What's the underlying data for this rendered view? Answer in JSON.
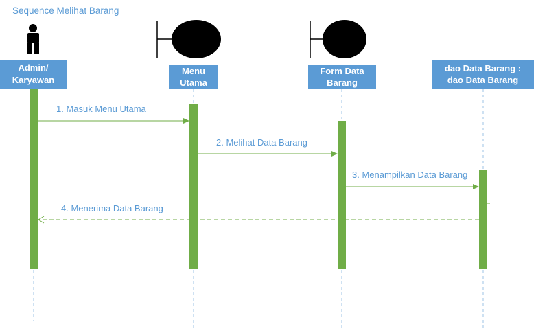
{
  "title": "Sequence Melihat Barang",
  "colors": {
    "title": "#5b9bd5",
    "header_fill": "#5b9bd5",
    "header_text": "#ffffff",
    "lifeline": "#9dc3e6",
    "activation": "#70ad47",
    "message_line": "#70ad47",
    "message_text": "#5b9bd5",
    "actor": "#000000"
  },
  "participants": [
    {
      "id": "actor",
      "kind": "actor",
      "icon": "person-icon",
      "label_lines": [
        "Admin/",
        "Karyawan"
      ]
    },
    {
      "id": "menu",
      "kind": "boundary",
      "icon": "boundary-icon",
      "label_lines": [
        "Menu",
        "Utama"
      ]
    },
    {
      "id": "form",
      "kind": "boundary",
      "icon": "boundary-icon",
      "label_lines": [
        "Form Data",
        "Barang"
      ]
    },
    {
      "id": "dao",
      "kind": "entity",
      "label_lines": [
        "dao Data Barang :",
        "dao Data Barang"
      ]
    }
  ],
  "messages": [
    {
      "from": "actor",
      "to": "menu",
      "label": "1. Masuk Menu Utama",
      "style": "solid"
    },
    {
      "from": "menu",
      "to": "form",
      "label": "2. Melihat Data Barang",
      "style": "solid"
    },
    {
      "from": "form",
      "to": "dao",
      "label": "3. Menampilkan Data Barang",
      "style": "solid"
    },
    {
      "from": "dao",
      "to": "actor",
      "label": "4. Menerima Data Barang",
      "style": "dashed"
    }
  ]
}
